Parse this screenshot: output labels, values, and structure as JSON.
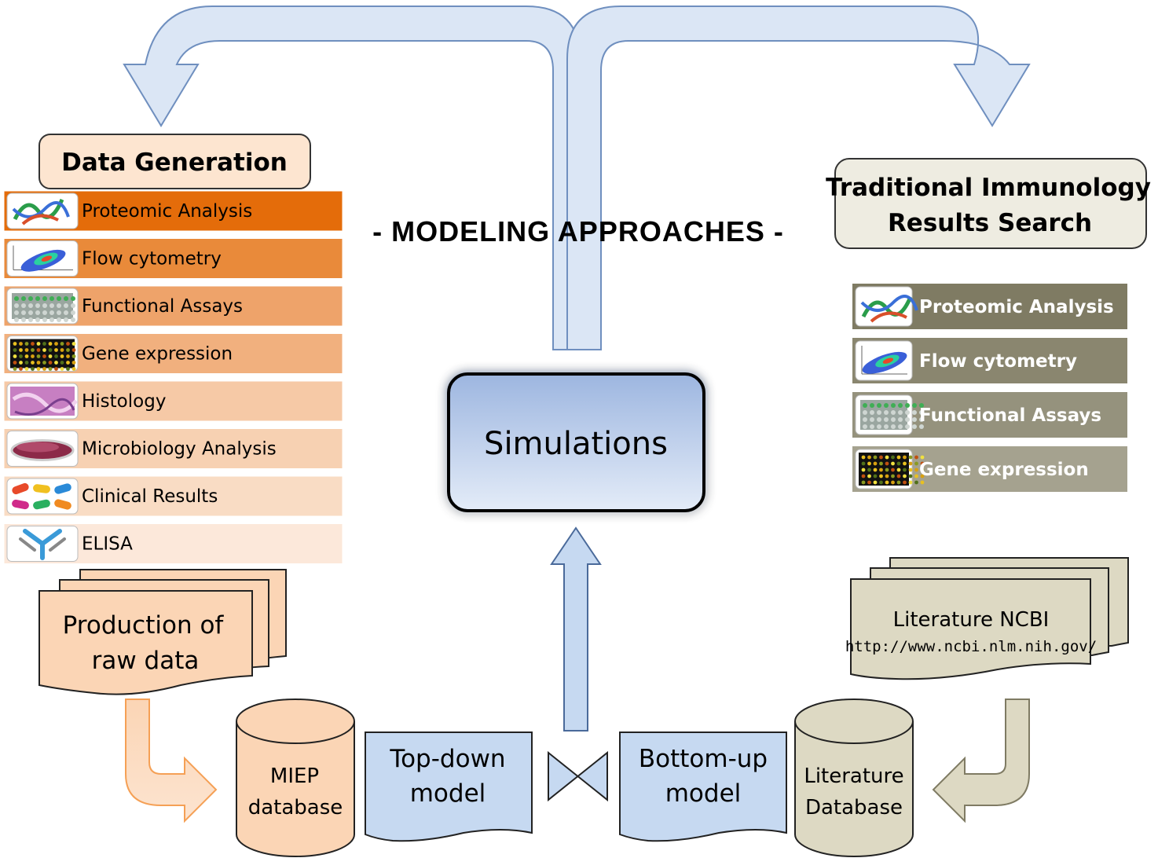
{
  "title": "- MODELING APPROACHES -",
  "data_generation": {
    "heading": "Data Generation",
    "items": [
      {
        "label": "Proteomic Analysis",
        "icon": "protein-structure-icon",
        "color": "#e46c0a"
      },
      {
        "label": "Flow cytometry",
        "icon": "flow-cytometry-plot-icon",
        "color": "#e98a3a"
      },
      {
        "label": "Functional Assays",
        "icon": "well-plate-icon",
        "color": "#eea36a"
      },
      {
        "label": "Gene expression",
        "icon": "microarray-icon",
        "color": "#f1b07e"
      },
      {
        "label": "Histology",
        "icon": "tissue-slide-icon",
        "color": "#f6c9a6"
      },
      {
        "label": "Microbiology Analysis",
        "icon": "petri-dish-icon",
        "color": "#f7d1b2"
      },
      {
        "label": "Clinical Results",
        "icon": "pills-icon",
        "color": "#f9dcc4"
      },
      {
        "label": "ELISA",
        "icon": "antibody-icon",
        "color": "#fce8da"
      }
    ]
  },
  "traditional": {
    "heading_line1": "Traditional Immunology",
    "heading_line2": "Results Search",
    "items": [
      {
        "label": "Proteomic Analysis",
        "icon": "protein-structure-icon",
        "color": "#7f7b63"
      },
      {
        "label": "Flow cytometry",
        "icon": "flow-cytometry-plot-icon",
        "color": "#8a866f"
      },
      {
        "label": "Functional Assays",
        "icon": "well-plate-icon",
        "color": "#95927d"
      },
      {
        "label": "Gene expression",
        "icon": "microarray-icon",
        "color": "#a5a28f"
      }
    ]
  },
  "simulations": "Simulations",
  "raw_data": {
    "line1": "Production of",
    "line2": "raw data"
  },
  "literature_ncbi": {
    "line1": "Literature NCBI",
    "url": "http://www.ncbi.nlm.nih.gov/"
  },
  "miep_db": {
    "line1": "MIEP",
    "line2": "database"
  },
  "literature_db": {
    "line1": "Literature",
    "line2": "Database"
  },
  "top_down": {
    "line1": "Top-down",
    "line2": "model"
  },
  "bottom_up": {
    "line1": "Bottom-up",
    "line2": "model"
  },
  "colors": {
    "blue_fill": "#c6d9f1",
    "orange_fill": "#fbd5b5",
    "tan_fill": "#ddd9c3",
    "tan_dark": "#7f7b63"
  }
}
